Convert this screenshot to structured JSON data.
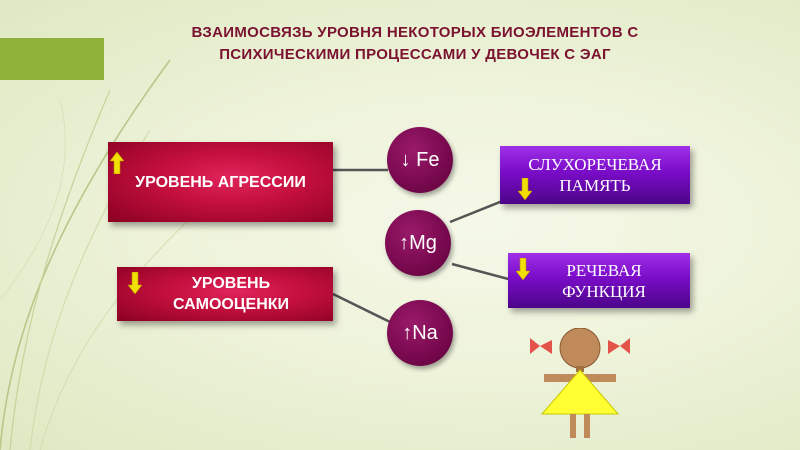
{
  "title": {
    "line1": "ВЗАИМОСВЯЗЬ  УРОВНЯ  НЕКОТОРЫХ БИОЭЛЕМЕНТОВ  С",
    "line2": "ПСИХИЧЕСКИМИ ПРОЦЕССАМИ  У  ДЕВОЧЕК  С   ЭАГ"
  },
  "boxes": {
    "aggression": {
      "label": "УРОВЕНЬ АГРЕССИИ",
      "trend": "up"
    },
    "self_esteem": {
      "line1": "УРОВЕНЬ",
      "line2": "САМООЦЕНКИ",
      "trend": "down"
    },
    "auditory_memory": {
      "line1": "СЛУХОРЕЧЕВАЯ",
      "line2": "ПАМЯТЬ",
      "trend": "down"
    },
    "speech_function": {
      "line1": "РЕЧЕВАЯ",
      "line2": "ФУНКЦИЯ",
      "trend": "down"
    }
  },
  "elements": {
    "fe": "↓ Fe",
    "mg": "↑Mg",
    "na": "↑Na"
  },
  "colors": {
    "title": "#7a1230",
    "red_box": "#c5103f",
    "purple_box": "#7a0cc8",
    "circle": "#7a0a50",
    "accent": "#8fb33a",
    "arrow_marker": "#f2e000"
  }
}
